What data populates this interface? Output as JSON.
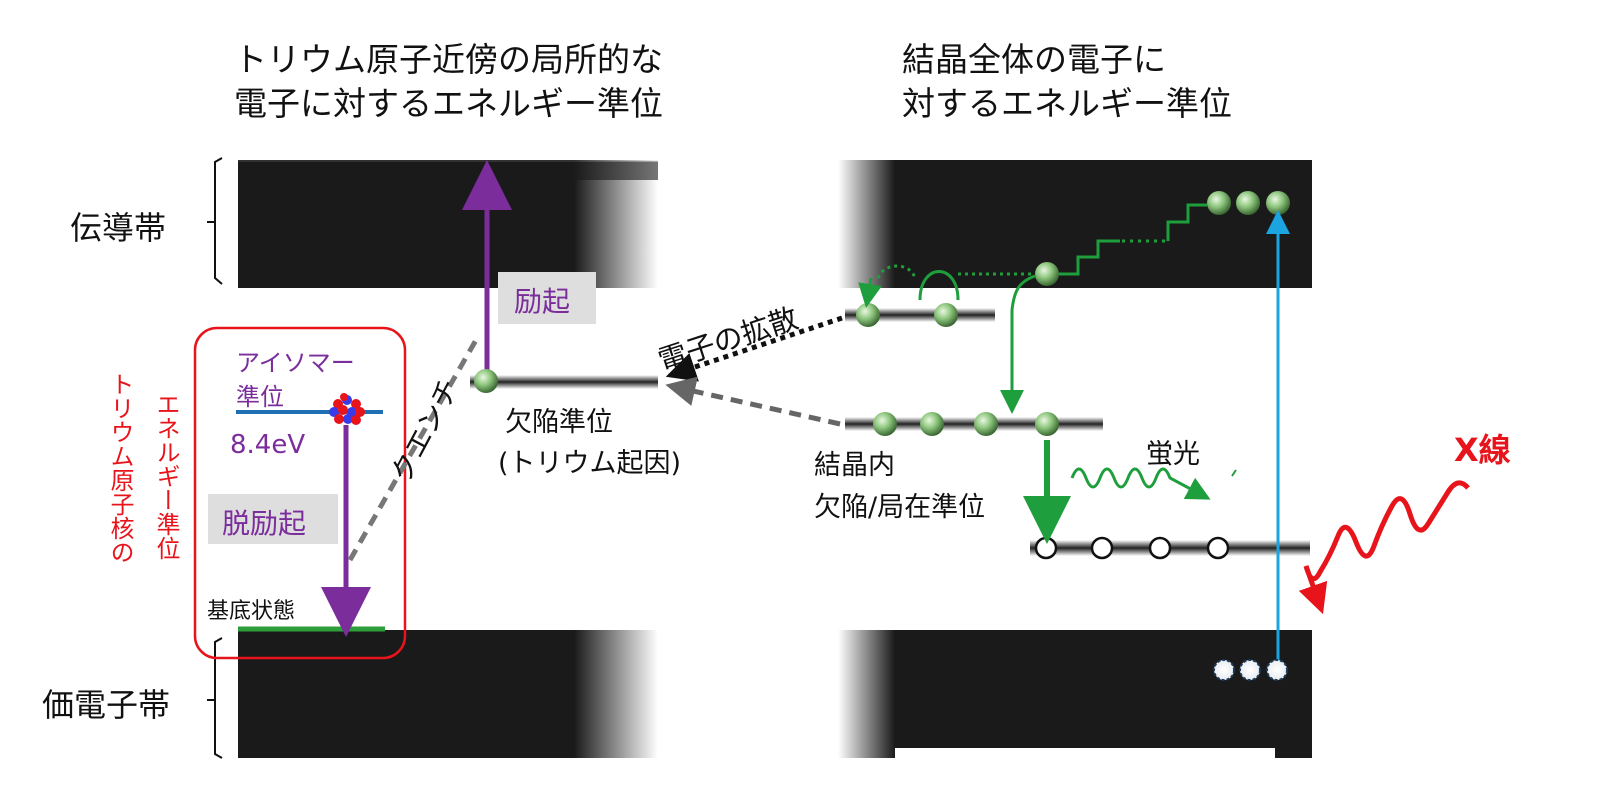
{
  "titles": {
    "left_line1": "トリウム原子近傍の局所的な",
    "left_line2": "電子に対するエネルギー準位",
    "right_line1": "結晶全体の電子に",
    "right_line2": "対するエネルギー準位"
  },
  "bands": {
    "conduction": "伝導帯",
    "valence": "価電子帯"
  },
  "nuclear": {
    "side_label_line1": "トリウム原子核の",
    "side_label_line2": "エネルギー準位",
    "isomer_line1": "アイソマー",
    "isomer_line2": "準位",
    "energy": "8.4eV",
    "deexcitation": "脱励起",
    "ground_state": "基底状態"
  },
  "labels": {
    "excitation": "励起",
    "quench": "クエンチ",
    "defect_level_line1": "欠陥準位",
    "defect_level_line2": "(トリウム起因)",
    "electron_diffusion": "電子の拡散",
    "crystal_defect_line1": "結晶内",
    "crystal_defect_line2": "欠陥/局在準位",
    "fluorescence": "蛍光",
    "xray": "X線"
  },
  "colors": {
    "purple": "#7a2d9b",
    "red": "#e8141b",
    "green": "#1e9e3c",
    "blue": "#1ba4e0",
    "ground_line": "#2e9e3a",
    "isomer_line": "#1f6fb5"
  }
}
